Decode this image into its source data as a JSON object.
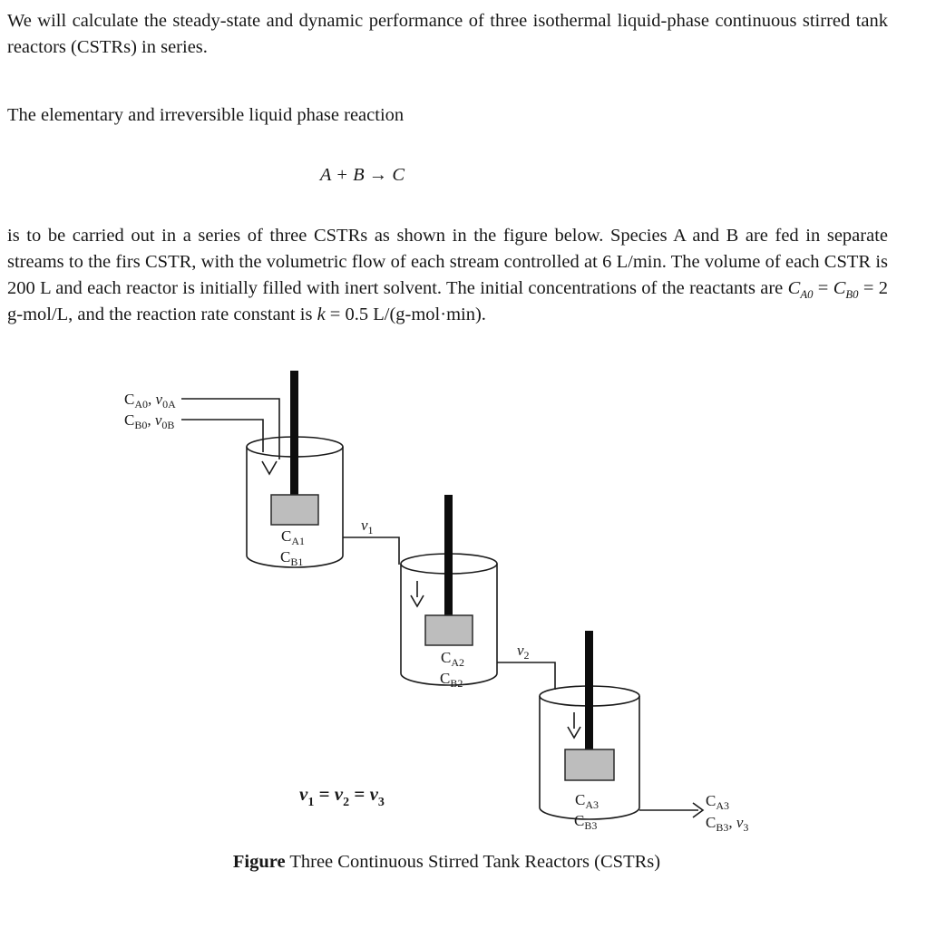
{
  "document": {
    "para1": "We will calculate the steady-state and dynamic performance of three isothermal liquid-phase continuous stirred tank reactors (CSTRs) in series.",
    "para2": "The elementary and irreversible liquid phase reaction",
    "equation": "A + B → C",
    "para3": {
      "seg1": "is to be carried out in a series of three CSTRs as shown in the figure below. Species A and B are fed in separate streams to the firs CSTR, with the volumetric flow of each stream controlled at 6 L/min. The volume of each CSTR is 200 L and each reactor is initially filled with inert solvent. The initial concentrations of the reactants are ",
      "ca": "C",
      "ca_sub": "A0",
      "eq1": " = ",
      "cb": "C",
      "cb_sub": "B0",
      "seg2": " = 2 g-mol/L, and the reaction rate constant is ",
      "k": "k",
      "seg3": " = 0.5 L/(g-mol·min)."
    },
    "caption": {
      "bold": "Figure",
      "rest": " Three Continuous Stirred Tank Reactors (CSTRs)"
    }
  },
  "figure": {
    "inlet_a": {
      "c": "C",
      "c_sub": "A0",
      "comma": ", ",
      "v": "v",
      "v_sub": "0A"
    },
    "inlet_b": {
      "c": "C",
      "c_sub": "B0",
      "comma": ", ",
      "v": "v",
      "v_sub": "0B"
    },
    "tank1": {
      "ca": "C",
      "ca_sub": "A1",
      "cb": "C",
      "cb_sub": "B1"
    },
    "tank2": {
      "ca": "C",
      "ca_sub": "A2",
      "cb": "C",
      "cb_sub": "B2"
    },
    "tank3": {
      "ca": "C",
      "ca_sub": "A3",
      "cb": "C",
      "cb_sub": "B3"
    },
    "flow1": {
      "v": "v",
      "sub": "1"
    },
    "flow2": {
      "v": "v",
      "sub": "2"
    },
    "outlet_line1": {
      "c": "C",
      "c_sub": "A3"
    },
    "outlet_line2": {
      "c": "C",
      "c_sub": "B3",
      "comma": ", ",
      "v": "v",
      "v_sub": "3"
    },
    "flow_equation": {
      "v1": "v",
      "s1": "1",
      "eq1": " = ",
      "v2": "v",
      "s2": "2",
      "eq2": " = ",
      "v3": "v",
      "s3": "3"
    }
  }
}
